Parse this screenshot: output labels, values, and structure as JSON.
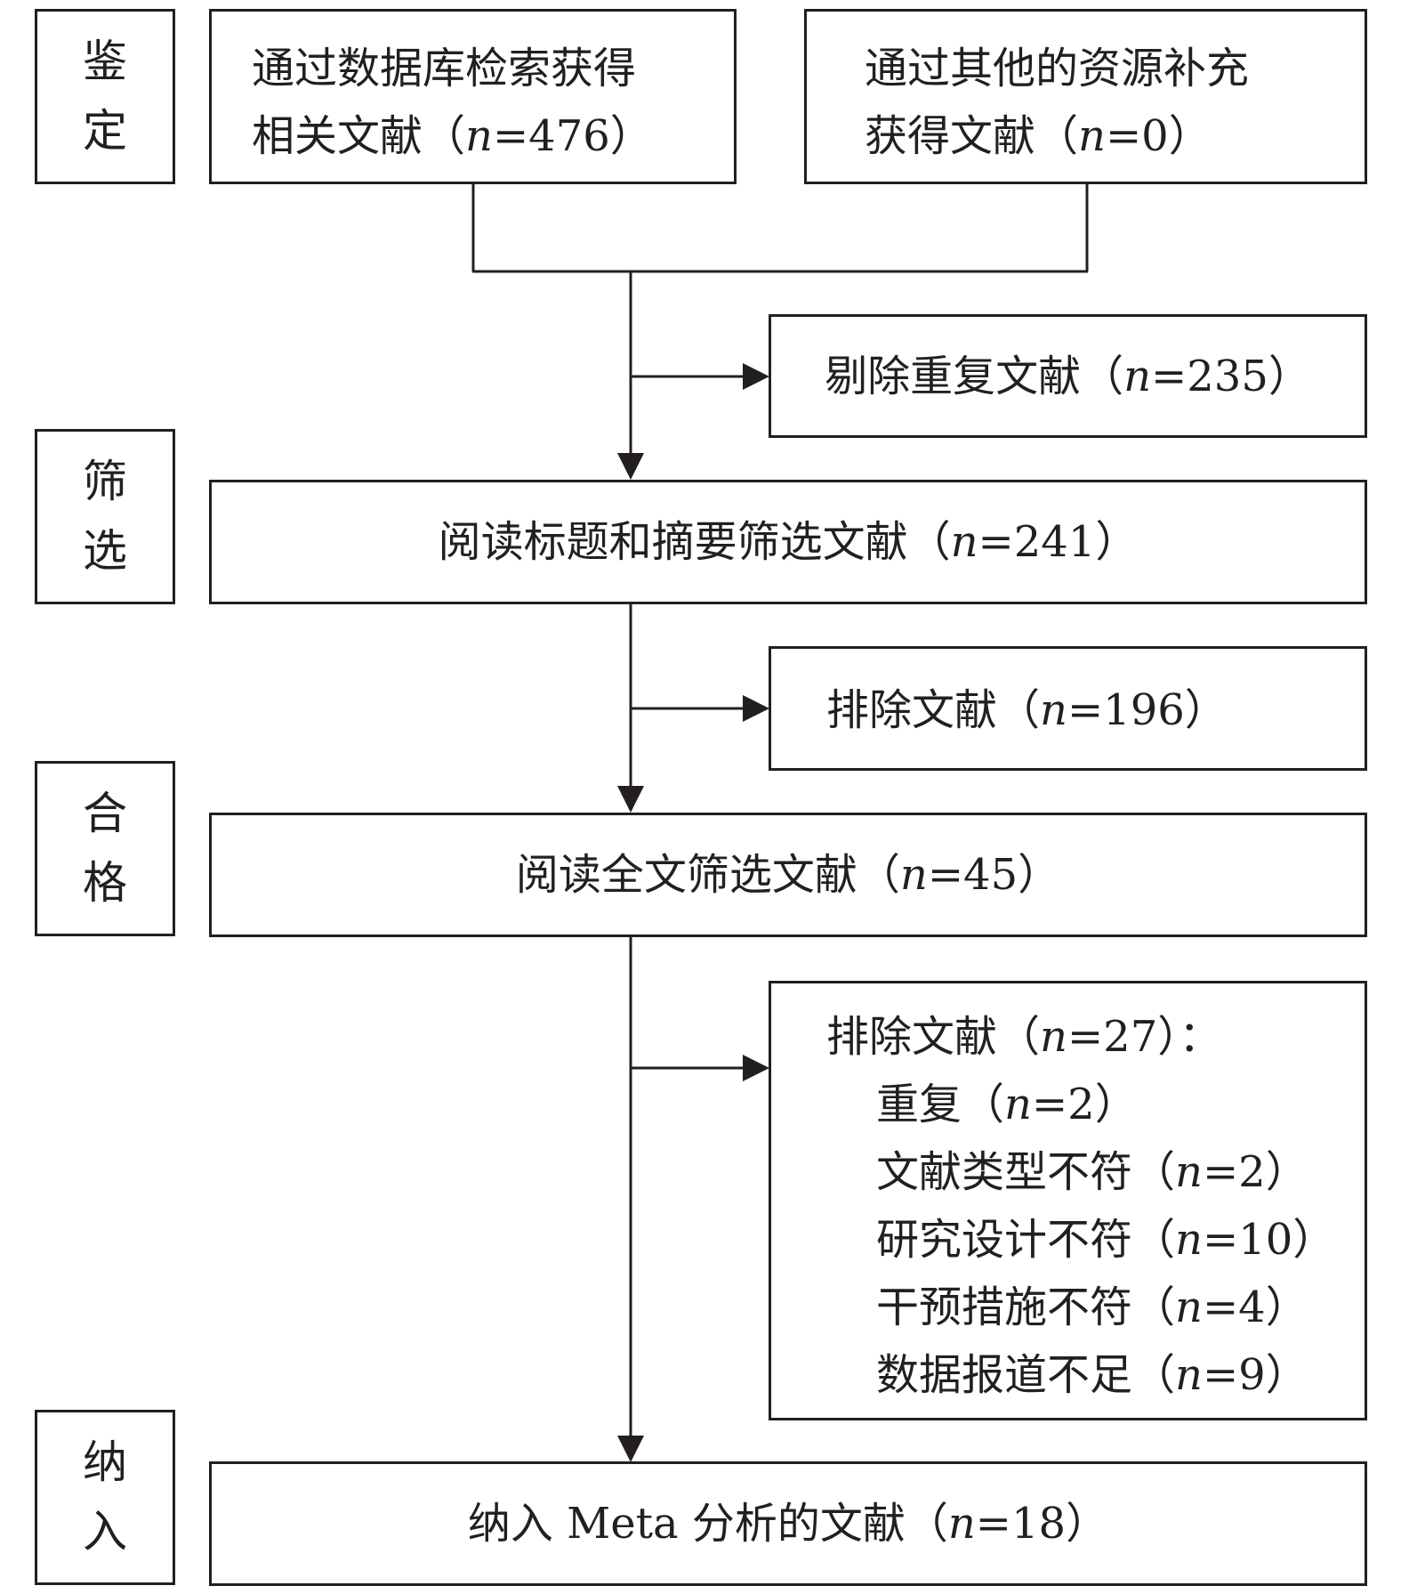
{
  "stages": {
    "identification": [
      "鉴",
      "定"
    ],
    "screening": [
      "筛",
      "选"
    ],
    "eligibility": [
      "合",
      "格"
    ],
    "included": [
      "纳",
      "入"
    ]
  },
  "boxes": {
    "db_search": {
      "line1": "通过数据库检索获得",
      "line2_pre": "相关文献（",
      "n": "n",
      "line2_post": "=476）"
    },
    "other_sources": {
      "line1": "通过其他的资源补充",
      "line2_pre": "获得文献（",
      "n": "n",
      "line2_post": "=0）"
    },
    "duplicates_removed": {
      "pre": "剔除重复文献（",
      "n": "n",
      "post": "=235）"
    },
    "title_abstract": {
      "pre": "阅读标题和摘要筛选文献（",
      "n": "n",
      "post": "=241）"
    },
    "excluded_1": {
      "pre": "排除文献（",
      "n": "n",
      "post": "=196）"
    },
    "fulltext": {
      "pre": "阅读全文筛选文献（",
      "n": "n",
      "post": "=45）"
    },
    "excluded_2": {
      "header": {
        "pre": "排除文献（",
        "n": "n",
        "post": "=27）："
      },
      "reasons": [
        {
          "pre": "重复（",
          "n": "n",
          "post": "=2）"
        },
        {
          "pre": "文献类型不符（",
          "n": "n",
          "post": "=2）"
        },
        {
          "pre": "研究设计不符（",
          "n": "n",
          "post": "=10）"
        },
        {
          "pre": "干预措施不符（",
          "n": "n",
          "post": "=4）"
        },
        {
          "pre": "数据报道不足（",
          "n": "n",
          "post": "=9）"
        }
      ]
    },
    "included": {
      "pre": "纳入 Meta 分析的文献（",
      "n": "n",
      "post": "=18）"
    }
  }
}
